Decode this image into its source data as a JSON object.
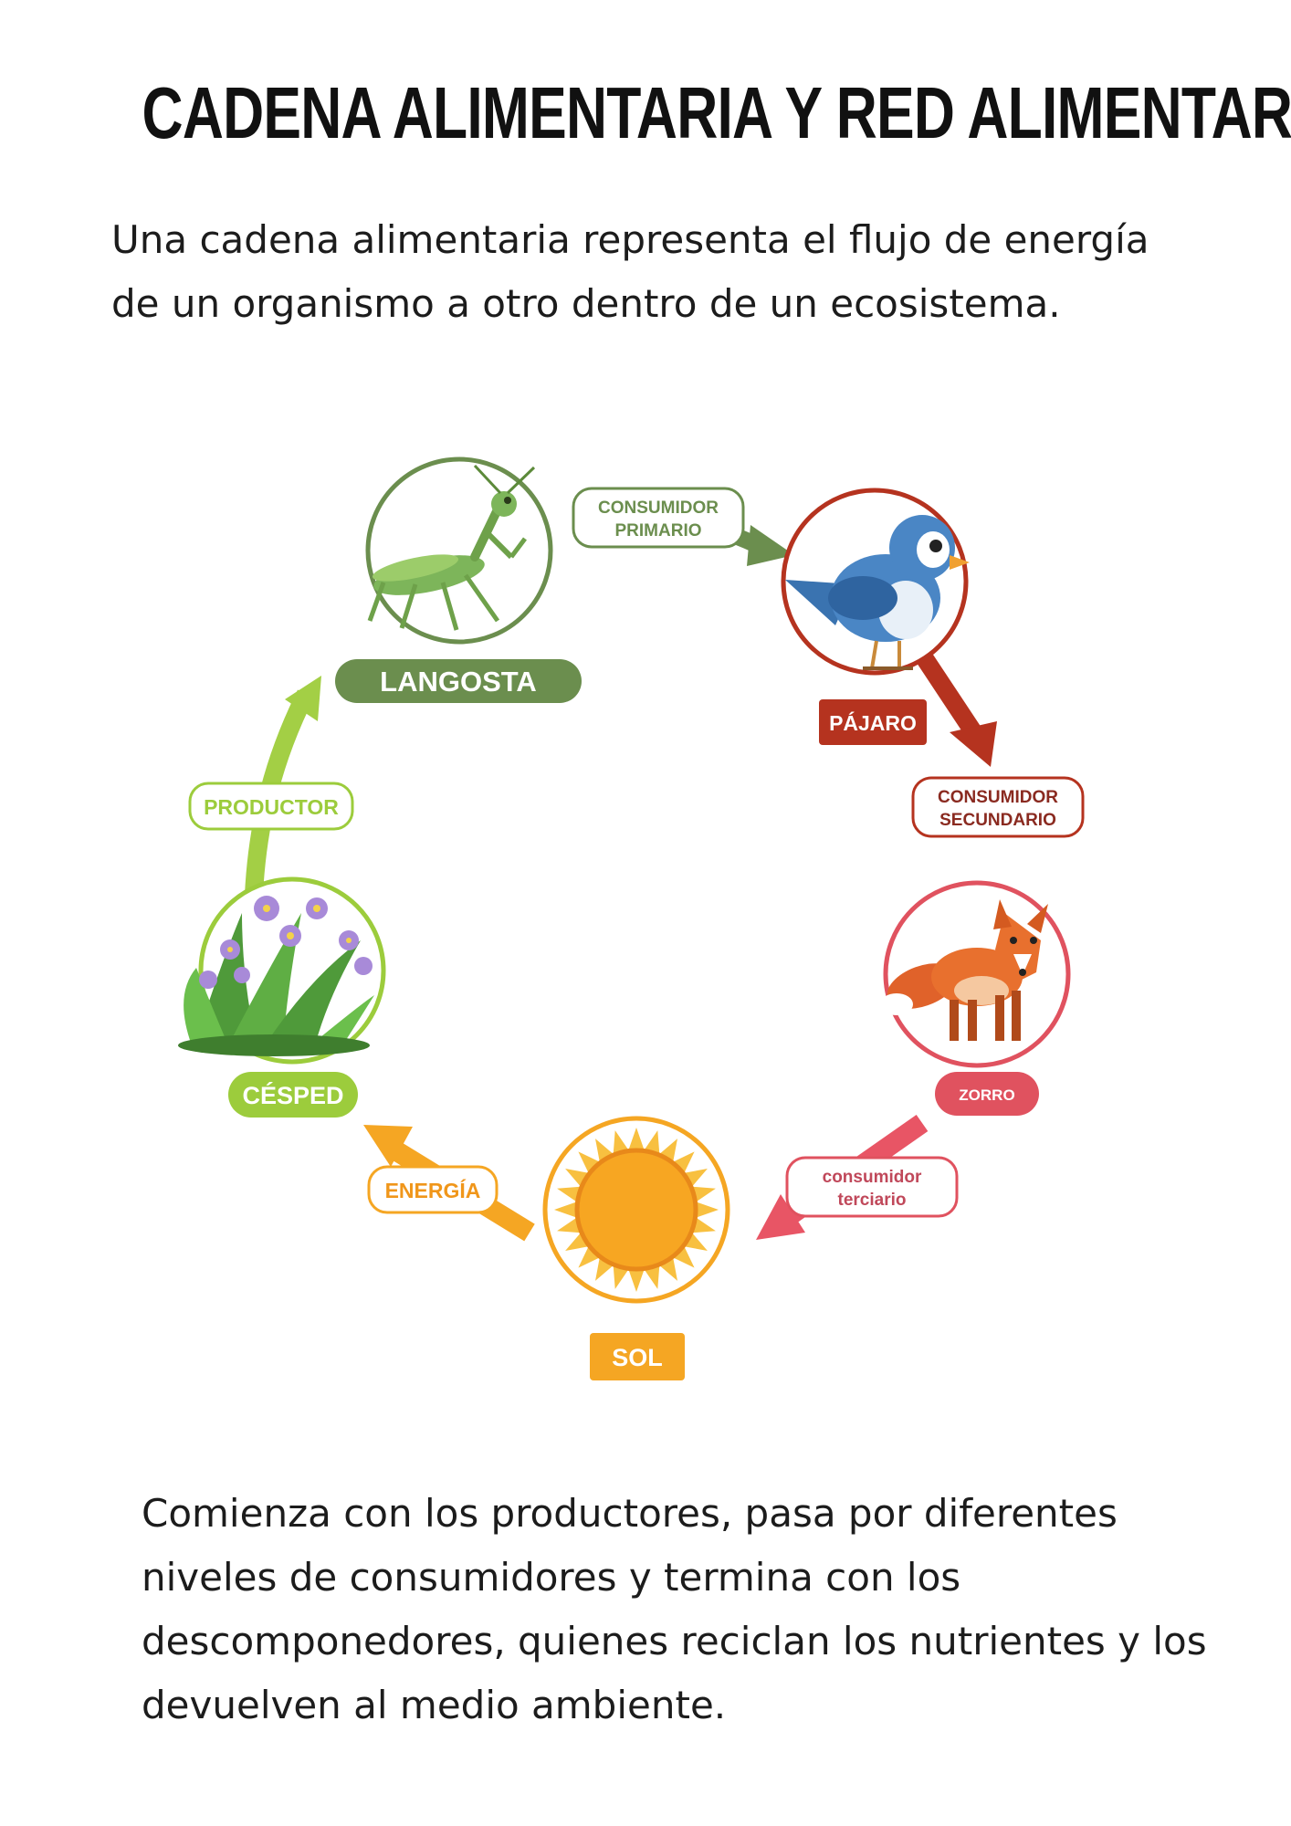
{
  "title": "CADENA ALIMENTARIA Y RED ALIMENTARIA",
  "intro": "Una cadena alimentaria representa el flujo de energía de un organismo a otro dentro de un ecosistema.",
  "outro": "Comienza con los productores, pasa por diferentes niveles de consumidores y termina con los descomponedores, quienes reciclan los nutrientes y los devuelven al medio ambiente.",
  "diagram": {
    "nodes": {
      "langosta": {
        "name": "LANGOSTA",
        "icon": "mantis-icon",
        "color": "#6b8e4e"
      },
      "pajaro": {
        "name": "PÁJARO",
        "icon": "bird-icon",
        "color": "#b5331f"
      },
      "zorro": {
        "name": "ZORRO",
        "icon": "fox-icon",
        "color": "#e0525f"
      },
      "sol": {
        "name": "SOL",
        "icon": "sun-icon",
        "color": "#f5a623"
      },
      "cesped": {
        "name": "CÉSPED",
        "icon": "flower-plant-icon",
        "color": "#9ccc3c"
      }
    },
    "links": {
      "primario": {
        "line1": "CONSUMIDOR",
        "line2": "PRIMARIO",
        "color": "#6b8e4e"
      },
      "secundario": {
        "line1": "CONSUMIDOR",
        "line2": "SECUNDARIO",
        "color": "#b5331f"
      },
      "terciario": {
        "line1": "consumidor",
        "line2": "terciario",
        "color": "#e0525f"
      },
      "energia": {
        "label": "ENERGÍA",
        "color": "#f5a623"
      },
      "productor": {
        "label": "PRODUCTOR",
        "color": "#9ccc3c"
      }
    }
  }
}
